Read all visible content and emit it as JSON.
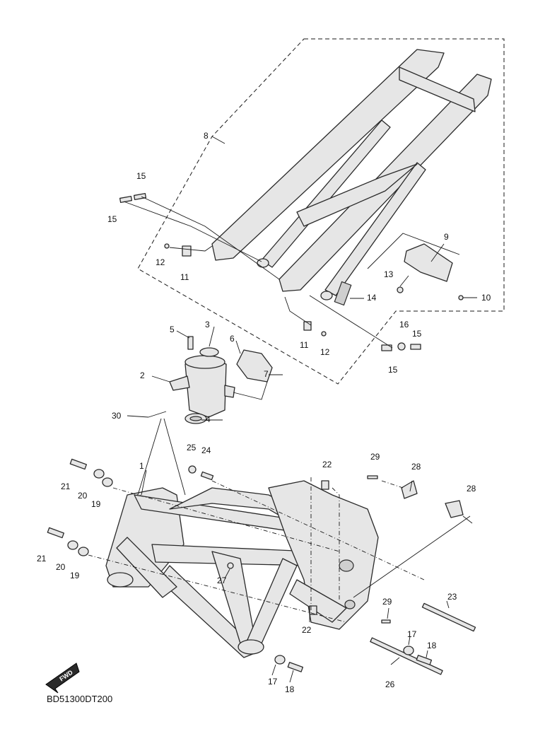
{
  "diagram": {
    "code": "BD51300DT200",
    "fwd_label": "FWD",
    "callouts": [
      "1",
      "2",
      "3",
      "4",
      "5",
      "6",
      "7",
      "8",
      "9",
      "10",
      "11",
      "11",
      "12",
      "12",
      "13",
      "14",
      "15",
      "15",
      "15",
      "15",
      "16",
      "17",
      "17",
      "18",
      "18",
      "19",
      "19",
      "20",
      "20",
      "21",
      "21",
      "22",
      "22",
      "23",
      "24",
      "25",
      "26",
      "27",
      "28",
      "28",
      "29",
      "29",
      "30"
    ]
  }
}
